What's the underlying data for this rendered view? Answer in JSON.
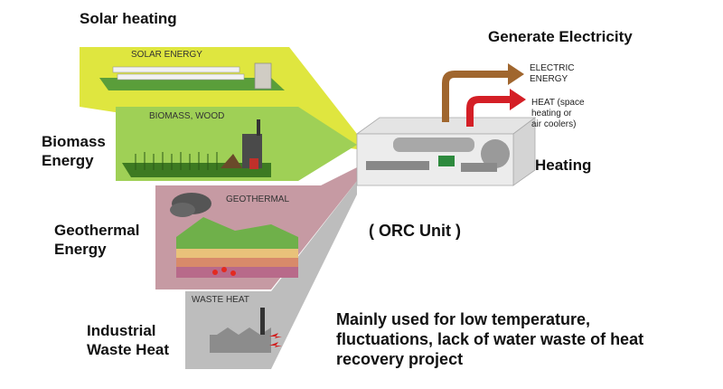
{
  "labels": {
    "solar": "Solar heating",
    "biomass_line1": "Biomass",
    "biomass_line2": "Energy",
    "geothermal_line1": "Geothermal",
    "geothermal_line2": "Energy",
    "industrial_line1": "Industrial",
    "industrial_line2": "Waste Heat",
    "generate": "Generate Electricity",
    "heating": "Heating",
    "orc": "( ORC Unit )"
  },
  "panels": {
    "solar": "SOLAR ENERGY",
    "biomass": "BIOMASS, WOOD",
    "geothermal": "GEOTHERMAL",
    "waste": "WASTE HEAT"
  },
  "outputs": {
    "electric_line1": "ELECTRIC",
    "electric_line2": "ENERGY",
    "heat_line1": "HEAT (space",
    "heat_line2": "heating or",
    "heat_line3": "air coolers)"
  },
  "description": {
    "line1": "Mainly used for low temperature,",
    "line2": "fluctuations, lack of water waste of heat",
    "line3": "recovery project"
  },
  "colors": {
    "solar": "#d8e23a",
    "biomass": "#a8d35a",
    "geothermal": "#c9a0a8",
    "waste": "#b8b8b8",
    "electric_arrow": "#a0662e",
    "heat_arrow": "#d41f26"
  }
}
